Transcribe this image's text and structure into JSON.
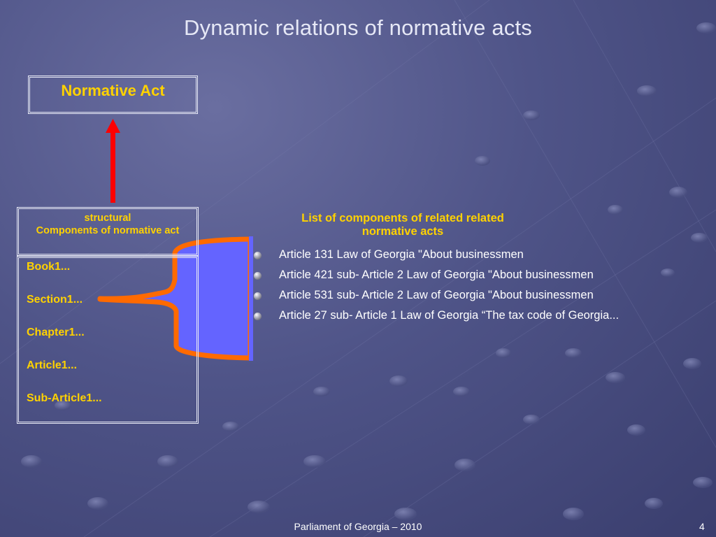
{
  "slide": {
    "title": "Dynamic relations of normative acts",
    "normative_act_label": "Normative Act",
    "structural_box": {
      "line1": "structural",
      "line2": "Components of normative act"
    },
    "structure_items": [
      "Book1...",
      "Section1...",
      "Chapter1...",
      "Article1...",
      "Sub-Article1..."
    ],
    "related_list_header": {
      "line1": "List of components of related related",
      "line2": "normative acts"
    },
    "related_items": [
      "Article 131 Law of Georgia \"About businessmen",
      "Article 421 sub- Article 2 Law of Georgia \"About businessmen",
      "Article 531 sub- Article 2 Law of Georgia \"About businessmen",
      "Article 27 sub- Article 1 Law of Georgia “The tax code of Georgia..."
    ],
    "footer": "Parliament of Georgia – 2010",
    "page_number": "4"
  },
  "colors": {
    "heading_text": "#ffd200",
    "arrow": "#ff0000",
    "bracket_fill": "#6464ff",
    "bracket_stroke": "#ff6a00",
    "background": "#4f5488"
  }
}
